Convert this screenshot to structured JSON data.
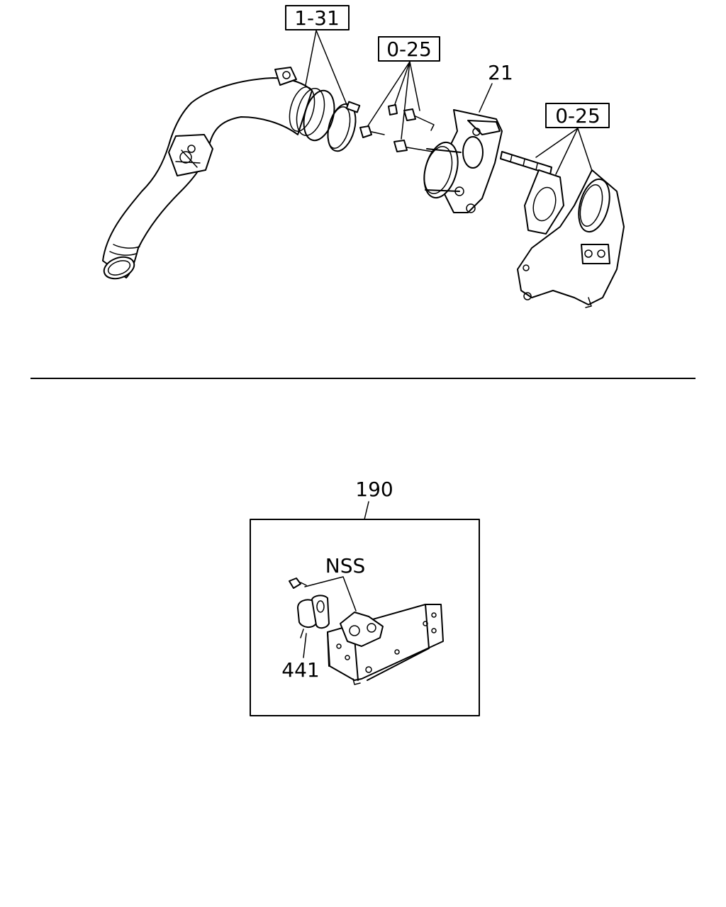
{
  "callouts": {
    "top_left_box": "1-31",
    "top_mid_box": "0-25",
    "top_right_box": "0-25",
    "part_21": "21",
    "detail_box_label": "190",
    "nss": "NSS",
    "part_441": "441"
  }
}
